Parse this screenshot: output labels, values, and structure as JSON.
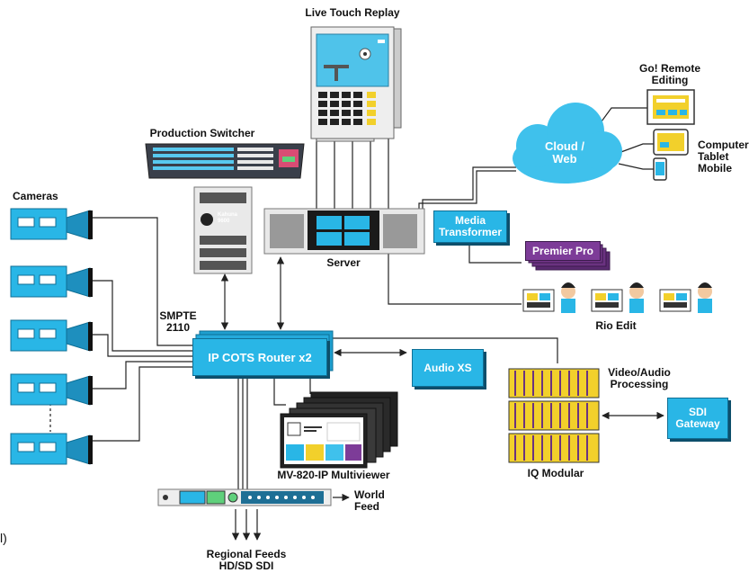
{
  "labels": {
    "live_touch_replay": "Live Touch Replay",
    "production_switcher": "Production Switcher",
    "cameras": "Cameras",
    "go_remote_l1": "Go! Remote",
    "go_remote_l2": "Editing",
    "cloud_l1": "Cloud /",
    "cloud_l2": "Web",
    "computer": "Computer",
    "tablet": "Tablet",
    "mobile": "Mobile",
    "server": "Server",
    "media_transformer_l1": "Media",
    "media_transformer_l2": "Transformer",
    "premier_pro": "Premier Pro",
    "rio_edit": "Rio Edit",
    "smpte_l1": "SMPTE",
    "smpte_l2": "2110",
    "router": "IP COTS Router x2",
    "audio_xs": "Audio XS",
    "video_audio_l1": "Video/Audio",
    "video_audio_l2": "Processing",
    "sdi_gateway_l1": "SDI",
    "sdi_gateway_l2": "Gateway",
    "iq_modular": "IQ Modular",
    "multiviewer": "MV-820-IP Multiviewer",
    "world_feed_l1": "World",
    "world_feed_l2": "Feed",
    "regional_l1": "Regional Feeds",
    "regional_l2": "HD/SD SDI",
    "kahuna_brand_l1": "Kahuna",
    "kahuna_brand_l2": "9600",
    "edge_fragment": "l)"
  },
  "colors": {
    "blue": "#29b6e6",
    "dark_blue": "#0f6f95",
    "purple": "#7d3c98",
    "yellow": "#f2d02b",
    "line": "#222222"
  }
}
